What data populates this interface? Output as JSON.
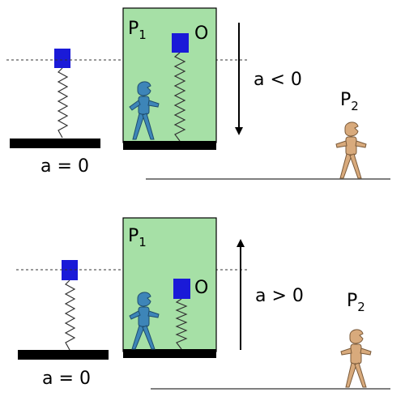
{
  "top": {
    "elevator_label": "P",
    "elevator_label_sub": "1",
    "spring_label": "O",
    "accel_label": "a < 0",
    "observer_label": "P",
    "observer_label_sub": "2",
    "rest_label": "a = 0"
  },
  "bottom": {
    "elevator_label": "P",
    "elevator_label_sub": "1",
    "spring_label": "O",
    "accel_label": "a > 0",
    "observer_label": "P",
    "observer_label_sub": "2",
    "rest_label": "a = 0"
  },
  "colors": {
    "elevator_fill": "#a6e0a6",
    "mass_fill": "#1a1ad8",
    "person_inside": "#3d85b8",
    "person_outside": "#d8aa7c",
    "platform": "#000000"
  }
}
